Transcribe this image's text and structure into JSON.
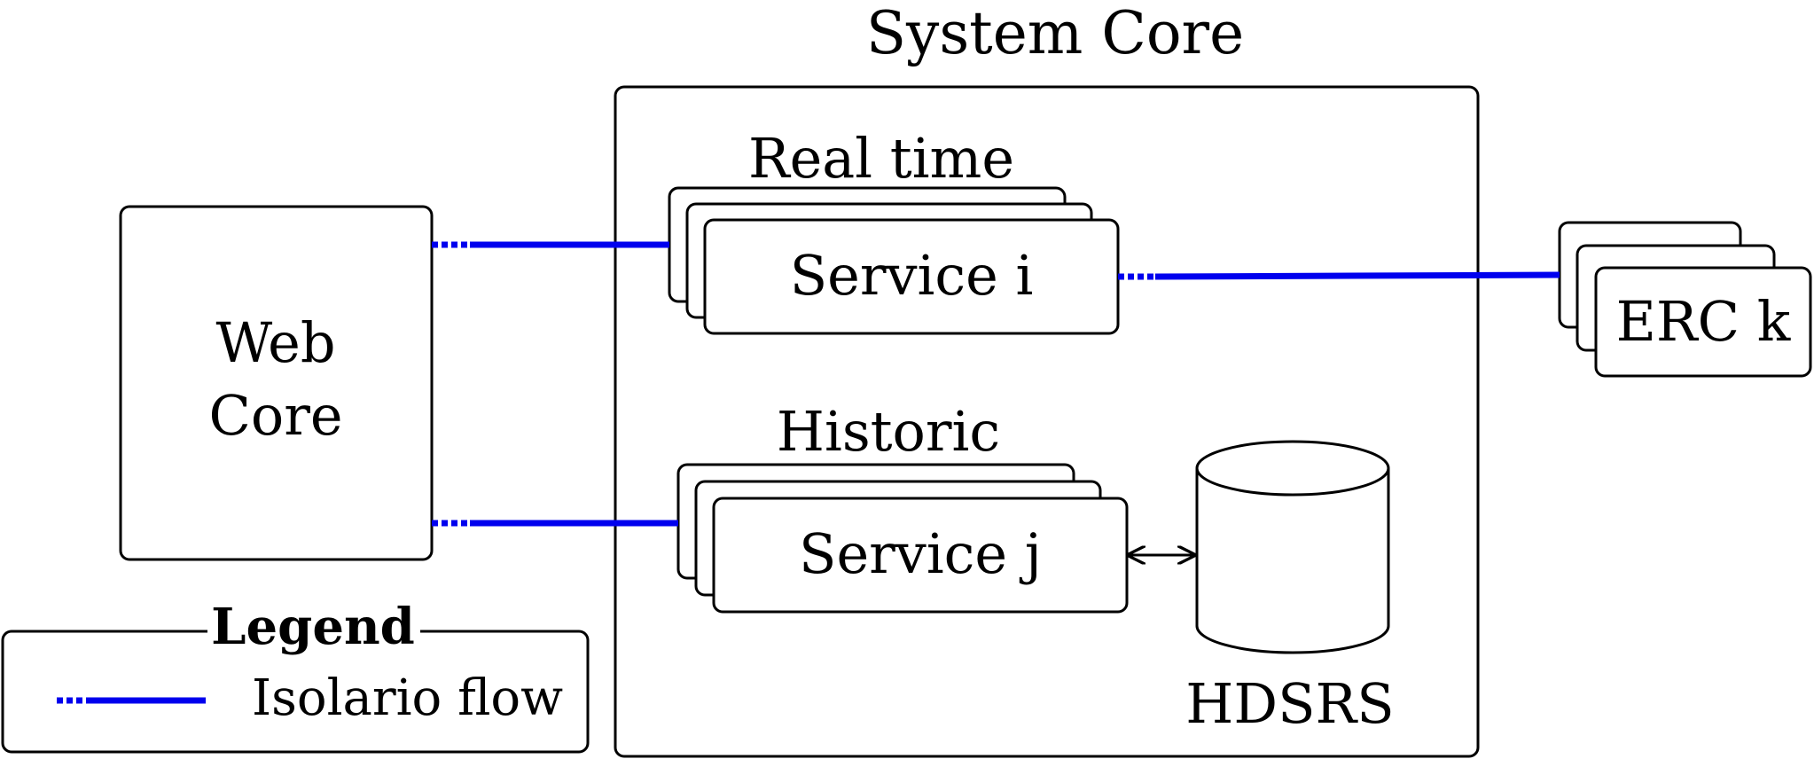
{
  "diagram": {
    "title": "System Core",
    "web_core": {
      "line1": "Web",
      "line2": "Core"
    },
    "realtime": {
      "group_label": "Real time",
      "service_label": "Service i"
    },
    "historic": {
      "group_label": "Historic",
      "service_label": "Service j"
    },
    "storage": {
      "label": "HDSRS"
    },
    "erc": {
      "label": "ERC k"
    },
    "legend": {
      "title": "Legend",
      "flow_label": "Isolario flow"
    },
    "colors": {
      "flow": "#0000ee",
      "stroke": "#000000",
      "fill": "#ffffff"
    }
  }
}
